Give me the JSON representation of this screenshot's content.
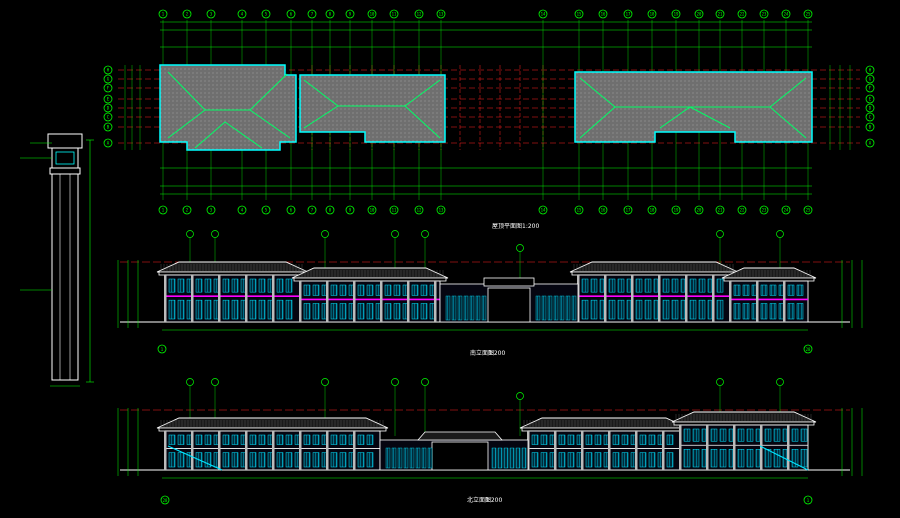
{
  "drawing": {
    "roof_plan": {
      "title": "屋顶平面图",
      "scale": "1:200",
      "grid_axes_left": [
        "1",
        "2",
        "3",
        "4",
        "5",
        "6",
        "7",
        "8",
        "9",
        "10",
        "11",
        "12",
        "13"
      ],
      "grid_axes_right": [
        "14",
        "15",
        "16",
        "17",
        "18",
        "19",
        "20",
        "21",
        "22",
        "23",
        "24",
        "25",
        "26",
        "27",
        "28"
      ],
      "row_axes": [
        "A",
        "B",
        "C",
        "D",
        "E",
        "F",
        "G",
        "H"
      ]
    },
    "front_elevation": {
      "title": "南立面图",
      "scale": "1:200",
      "end_axis_left": "1",
      "end_axis_right": "28"
    },
    "rear_elevation": {
      "title": "北立面图",
      "scale": "1:200",
      "end_axis_left": "28",
      "end_axis_right": "1"
    }
  },
  "colors": {
    "background": "#000000",
    "dimension": "#00ff00",
    "axis_bubble": "#00ff00",
    "centerline": "#ff2020",
    "roof_outline": "#00ffff",
    "roof_fill": "#7a7a7a",
    "window": "#00e5ff",
    "wall": "#ffffff",
    "accent": "#ff00ff",
    "label": "#ffffff"
  }
}
